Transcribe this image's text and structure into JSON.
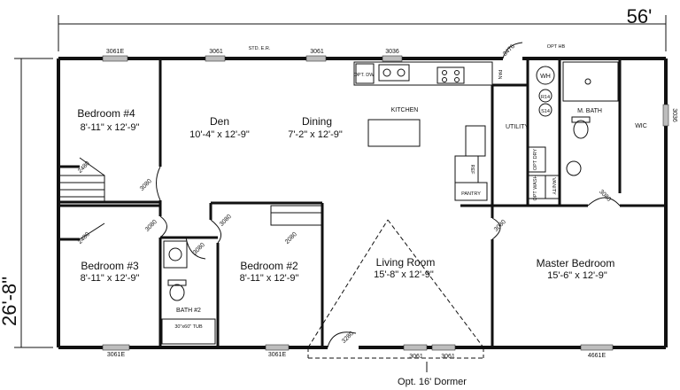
{
  "dimensions": {
    "width": "56'",
    "depth": "26'-8\""
  },
  "rooms": {
    "bedroom4": {
      "name": "Bedroom #4",
      "size": "8'-11\" x 12'-9\""
    },
    "den": {
      "name": "Den",
      "size": "10'-4\" x 12'-9\""
    },
    "dining": {
      "name": "Dining",
      "size": "7'-2\" x 12'-9\""
    },
    "kitchen": {
      "name": "KITCHEN"
    },
    "utility": {
      "name": "UTILITY"
    },
    "mbath": {
      "name": "M. BATH"
    },
    "wic": {
      "name": "WIC"
    },
    "bedroom3": {
      "name": "Bedroom #3",
      "size": "8'-11\" x 12'-9\""
    },
    "bedroom2": {
      "name": "Bedroom #2",
      "size": "8'-11\" x 12'-9\""
    },
    "bath2": {
      "name": "BATH #2"
    },
    "living": {
      "name": "Living Room",
      "size": "15'-8\" x 12'-9\""
    },
    "master": {
      "name": "Master Bedroom",
      "size": "15'-6\" x 12'-9\""
    },
    "pantry": {
      "name": "PANTRY"
    }
  },
  "windows": {
    "top_bedroom4": "3061E",
    "top_den": "3061",
    "top_std": "STD. E.R.",
    "top_dining": "3061",
    "top_kitchen": "3036",
    "wic_side": "3036",
    "bottom_bed3": "3061E",
    "bottom_bed2": "3061E",
    "bottom_living_a": "3061",
    "bottom_living_b": "3061",
    "bottom_master": "4661E"
  },
  "doors": {
    "entry_top": "3476",
    "closet_b4": "2480",
    "bed4": "3080",
    "closet_b3": "2480",
    "bed3": "3080",
    "bed2": "3080",
    "bath2": "3080",
    "closet_b2": "2080",
    "front": "3280",
    "master": "3080",
    "mbath": "3080"
  },
  "fixtures": {
    "opt_dw": "OPT. DW",
    "opt_hb": "OPT HB",
    "wh": "WH",
    "r14": "R14",
    "s14": "S14",
    "ref": "REF",
    "opt_dry": "OPT DRY",
    "opt_wash": "OPT WASH",
    "vanity": "VANITY",
    "tub": "30\"x60\" TUB",
    "pan": "PAN"
  },
  "dormer_label": "Opt. 16' Dormer"
}
